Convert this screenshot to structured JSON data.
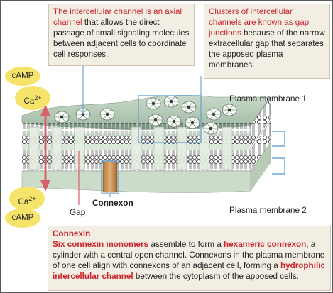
{
  "callout_channel": {
    "red": "The intercellular channel is an axial channel",
    "rest": " that allows the direct passage of small signaling molecules between adjacent cells to coordinate cell responses."
  },
  "callout_junctions": {
    "red": "Clusters of intercellular channels are known as gap junctions",
    "rest": " because of the narrow extracellular gap that separates the apposed plasma membranes."
  },
  "labels": {
    "membrane1": "Plasma membrane 1",
    "membrane2": "Plasma membrane 2",
    "connexon": "Connexon",
    "gap": "Gap"
  },
  "molecules": {
    "camp_top": "cAMP",
    "ca_top": "Ca",
    "ca_top_sup": "2+",
    "ca_bottom": "Ca",
    "ca_bottom_sup": "2+",
    "camp_bottom": "cAMP"
  },
  "connexin_box": {
    "title": "Connexin",
    "t1": "Six connexin monomers",
    "t2": " assemble to form a ",
    "t3": "hexameric connexon",
    "t4": ", a cylinder with a central open channel. Connexons in the plasma membrane of one cell align with connexons of an adjacent cell, forming a ",
    "t5": "hydrophilic intercellular channel",
    "t6": " between the cytoplasm of the apposed cells."
  },
  "colors": {
    "red_text": "#c8242b",
    "callout_bg": "#f3eee4",
    "oval": "#f5e36a",
    "membrane_top": "#b9cdb9",
    "bracket": "#6aa8d6",
    "arrow": "#d9606a"
  }
}
